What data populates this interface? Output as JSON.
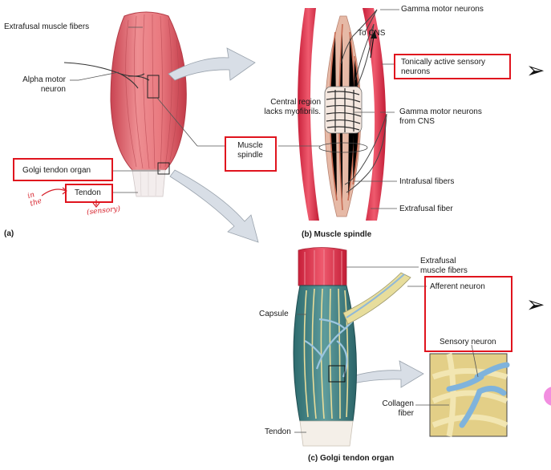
{
  "panel_a": {
    "caption": "(a)",
    "labels": {
      "extrafusal": "Extrafusal muscle fibers",
      "alpha": "Alpha motor\nneuron",
      "golgi": "Golgi tendon organ",
      "tendon": "Tendon",
      "spindle": "Muscle\nspindle"
    },
    "annotations": {
      "in_the": "in\nthe",
      "sensory": "(sensory)"
    }
  },
  "panel_b": {
    "caption": "(b) Muscle spindle",
    "labels": {
      "gamma_top": "Gamma motor neurons",
      "to_cns": "To CNS",
      "tonic": "Tonically active sensory\nneurons",
      "central": "Central region\nlacks myofibrils.",
      "gamma_cns": "Gamma motor neurons\nfrom CNS",
      "intrafusal": "Intrafusal fibers",
      "extrafusal": "Extrafusal fiber"
    }
  },
  "panel_c": {
    "caption": "(c) Golgi tendon organ",
    "labels": {
      "extrafusal": "Extrafusal\nmuscle fibers",
      "afferent": "Afferent neuron",
      "capsule": "Capsule",
      "sensory": "Sensory neuron",
      "collagen": "Collagen\nfiber",
      "tendon": "Tendon"
    }
  },
  "bullets": [
    "➢",
    "➢"
  ],
  "colors": {
    "highlight": "#e0141e",
    "muscle": "#e8737a",
    "muscle_dark": "#c43a48",
    "tendon": "#f2eeee",
    "nerve": "#8fb8d8",
    "collagen": "#e8dc9a"
  }
}
